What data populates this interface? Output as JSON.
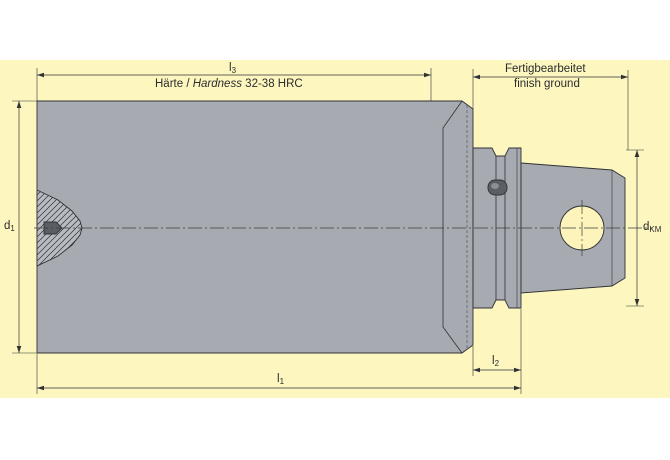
{
  "drawing": {
    "dimensions": {
      "l3": {
        "symbol": "l",
        "sub": "3"
      },
      "hardness": {
        "de": "Härte /",
        "en": "Hardness",
        "spec": "32-38 HRC"
      },
      "finish": {
        "de": "Fertigbearbeitet",
        "en": "finish ground"
      },
      "d1": {
        "symbol": "d",
        "sub": "1"
      },
      "dkm": {
        "symbol": "d",
        "sub": "KM"
      },
      "l2": {
        "symbol": "l",
        "sub": "2"
      },
      "l1": {
        "symbol": "l",
        "sub": "1"
      }
    }
  },
  "colors": {
    "background": "#ffffff",
    "panel": "#fdf6bf",
    "body": "#a7abb1",
    "hole": "#b8bbbf",
    "cross_hole": "#fdf4bb",
    "insert": "#5b5e62"
  }
}
